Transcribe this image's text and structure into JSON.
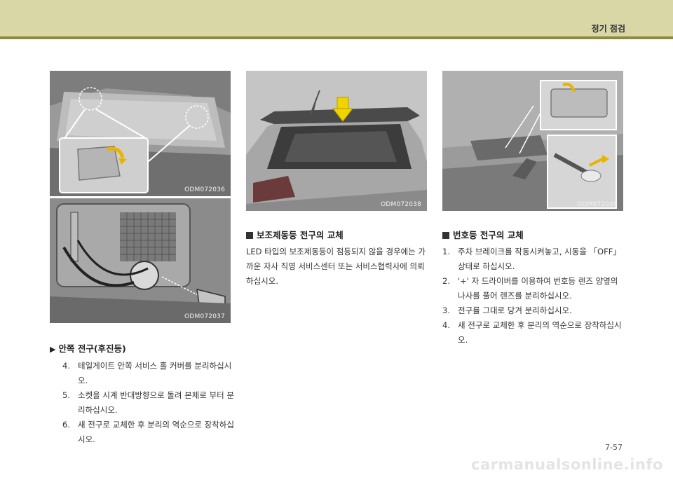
{
  "header": {
    "title": "정기 점검"
  },
  "figures": {
    "fig1": {
      "code": "ODM072036"
    },
    "fig2": {
      "code": "ODM072037"
    },
    "fig3": {
      "code": "ODM072038"
    },
    "fig4": {
      "code": "ODM072039"
    }
  },
  "left": {
    "title": "안쪽 전구(후진등)",
    "steps": [
      {
        "num": "4.",
        "text": "테일게이트 안쪽 서비스 홀 커버를 분리하십시오."
      },
      {
        "num": "5.",
        "text": "소켓을 시계 반대방향으로 돌려 본체로 부터 분리하십시오."
      },
      {
        "num": "6.",
        "text": "새 전구로 교체한 후 분리의 역순으로 장착하십시오."
      }
    ]
  },
  "middle": {
    "title": "보조제동등 전구의 교체",
    "text": "LED 타입의 보조제동등이 점등되지 않을 경우에는 가까운 자사 직영 서비스센터 또는 서비스협력사에 의뢰하십시오."
  },
  "right": {
    "title": "번호등 전구의 교체",
    "steps": [
      {
        "num": "1.",
        "text": "주차 브레이크를 작동시켜놓고, 시동을 「OFF」 상태로 하십시오."
      },
      {
        "num": "2.",
        "text": "'+' 자 드라이버를 이용하여 번호등 렌즈 양옆의 나사를 풀어 렌즈를 분리하십시오."
      },
      {
        "num": "3.",
        "text": "전구를 그대로 당겨 분리하십시오."
      },
      {
        "num": "4.",
        "text": "새 전구로 교체한 후 분리의 역순으로 장착하십시오."
      }
    ]
  },
  "page_number": "7-57",
  "watermark": "carmanualsonline.info"
}
